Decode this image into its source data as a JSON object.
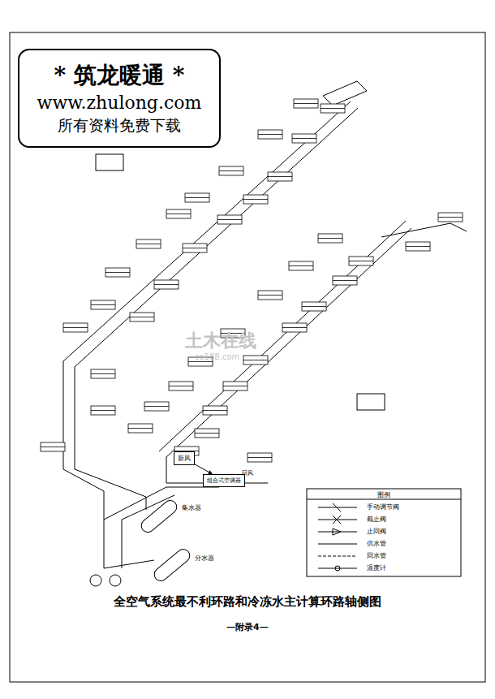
{
  "diagram": {
    "title": "全空气系统最不利环路和冷冻水主计算环路轴侧图",
    "caption": "—附录4—",
    "nodes": [
      {
        "text": [
          "* 筑龙暖通 *",
          "www.zhulong.com",
          "所有资料免费下载"
        ]
      },
      {
        "text": [
          "新风"
        ]
      },
      {
        "text": [
          "组合式空调器"
        ]
      }
    ],
    "edges": [
      {
        "from": 1,
        "to": 2,
        "arrow": "to"
      }
    ],
    "labels": [
      "土木在线",
      "co188.com",
      "回风",
      "集水器",
      "分水器",
      "图例"
    ],
    "legend": [
      {
        "text": "手动调节阀"
      },
      {
        "text": "截止阀"
      },
      {
        "text": "止回阀"
      },
      {
        "text": "供水管"
      },
      {
        "text": "回水管"
      },
      {
        "text": "温度计"
      }
    ]
  }
}
